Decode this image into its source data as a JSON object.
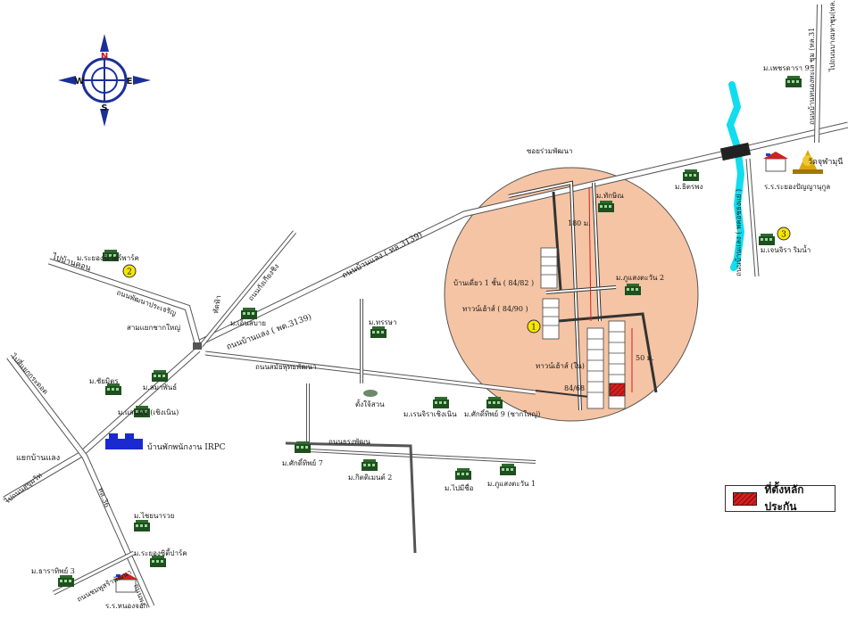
{
  "compass": {
    "n": "N",
    "s": "S",
    "e": "E",
    "w": "W"
  },
  "roads": {
    "ban_laeng_1": "ถนนบ้านแลง ( ทล.3139)",
    "ban_laeng_2": "ถนนบ้านแลง ( พด.3139)",
    "ban_laeng_right": "ถนนบ้านแลง ( พด.3139)",
    "to_ban_khai": "ไปบ้านคอน",
    "phatthana": "ถนนพัฒนาประเจริญ",
    "sam_yaek": "สามแยกชากใหญ่",
    "kaeng": "ถนนกังเกียงชิง",
    "tat": "ทัดฟ้า",
    "somphot": "ถนนสมัยพุทธพัฒนา",
    "rueng": "ถนนธรงพัฒน",
    "to_tha_yao": "ไปสี่แยกกระดอด",
    "yaek_ban_laeng": "แยกบ้านแลง",
    "to_sukhumvit": "ไปถนนสุขุมวิท",
    "phlo36": "ทล.36",
    "nong_chok_rd": "ถนนชมพูสร้าพัฒนา",
    "rn": "ถนนพง",
    "soi_ruam": "ซอยร่วมพัฒนา",
    "top_right_road": "ไปถนนบางมหาชุม(ทล.313)",
    "top_right_road2": "ถนนบ้านหนองทะเล ชุม (ทล.31",
    "canal_road": "ถนนบ้านแลง ( พคอชธงแย่ )"
  },
  "places": {
    "ban_laeng_resort": "ม.ระยองรีเวอร์พาร์ค",
    "ban_sabai": "ม.เอ็นสบาย",
    "chai_mit": "ม.ชัยมิตร",
    "sin_phan": "ม.สมาพันธ์",
    "saen_suk": "ม.แสนสุข (เชิงเนิน)",
    "irpc": "บ้านพักพนักงาน IRPC",
    "chai_sawai": "ม.ไชยนารวย",
    "rayong_city": "ม.ระยองซิตี้ปาร์ค",
    "thara_thip": "ม.ธาราทิพย์ 3",
    "school_nong_chok": "ร.ร.หนองจอก",
    "thanya": "ม.ทรรษา",
    "tang_suan": "ตั้งใจ้สวน",
    "rensira": "ม.เรนจิราเชิงเนิน",
    "sakdi_thip9": "ม.ศักดิ์ทิพย์ 9 (ชากใหญ่)",
    "sakdi_thip7": "ม.ศักดิ์ทิพย์ 7",
    "kit_phaibun": "ม.กิตติเมนต์ 2",
    "yim_chue": "ม.ไปมีชื่อ",
    "phu_saeng1": "ม.ภูแสงตะวัน 1",
    "phu_saeng2": "ม.ภูแสงตะวัน 2",
    "thak_ngam": "ม.ทักษิณ",
    "chit_phong": "ม.ธิตรพง",
    "wat_chu": "วัดจุฬามุนี",
    "school_rayong": "ร.ร.ระยองปัญญานุกูล",
    "chen_chira": "ม.เจนจิรา ริมน้ำ",
    "phet_lada": "ม.เพชรดารา 9",
    "town1": "บ้านเดี่ยว 1 ชั้น ( 84/82 )",
    "town2": "ทาวน์เฮ้าส์ ( 84/90 )",
    "town3": "ทาวน์เฮ้าส์ (ใน)",
    "plot_no": "84/68",
    "dist_180": "180 ม.",
    "dist_50": "50 ม."
  },
  "markers": [
    "1",
    "2",
    "3"
  ],
  "legend": {
    "label": "ที่ตั้งหลักประกัน"
  },
  "colors": {
    "circle": "#f5c4a4",
    "marker": "#f7e600",
    "river": "#11ddee",
    "legend_swatch": "#d42020",
    "compass": "#1b2f9a"
  }
}
